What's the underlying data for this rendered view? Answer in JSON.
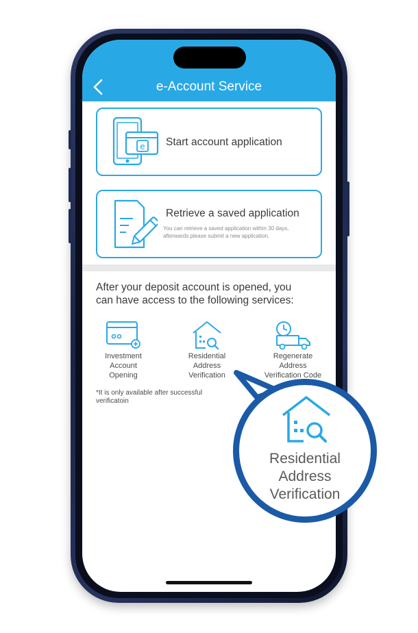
{
  "header": {
    "title": "e-Account Service",
    "back_icon": "chevron-left-icon"
  },
  "cards": [
    {
      "label": "Start account application",
      "icon": "tablet-e-card-icon"
    },
    {
      "label": "Retrieve a saved application",
      "sub_line1": "You can retrieve a saved application within 30 days,",
      "sub_line2": "afterwards please submit a new application.",
      "icon": "document-edit-icon"
    }
  ],
  "intro": {
    "line1": "After your deposit account is opened, you",
    "line2": "can have access to the following services:"
  },
  "services": [
    {
      "line1": "Investment",
      "line2": "Account",
      "line3": "Opening",
      "icon": "card-plus-icon"
    },
    {
      "line1": "Residential",
      "line2": "Address",
      "line3": "Verification",
      "icon": "house-search-icon"
    },
    {
      "line1": "Regenerate",
      "line2": "Address",
      "line3": "Verification Code",
      "icon": "clock-truck-icon"
    }
  ],
  "footnote": {
    "line1": "*It is only available after successful",
    "line2": "verificatoin"
  },
  "callout": {
    "line1": "Residential",
    "line2": "Address",
    "line3": "Verification",
    "icon": "house-search-icon"
  },
  "colors": {
    "accent": "#29a8e6",
    "callout_border": "#1b5aa6",
    "phone_frame": "#1b2447"
  }
}
